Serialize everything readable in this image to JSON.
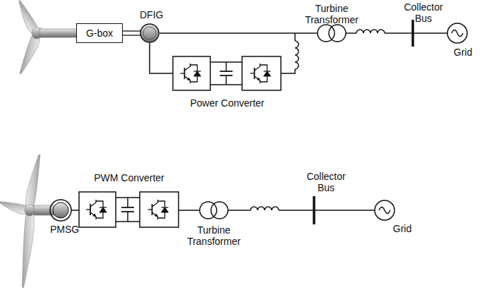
{
  "diagram": {
    "nodes": [
      {
        "text": [
          "G-box"
        ]
      },
      {
        "text": [
          "DFIG"
        ]
      },
      {
        "text": [
          "PMSG"
        ]
      }
    ],
    "edges": [
      {
        "from": 0,
        "to": 1,
        "arrow": "none"
      }
    ],
    "labels": [
      "Turbine Transformer",
      "Collector Bus",
      "Grid",
      "Power Converter",
      "PWM Converter",
      "Turbine Transformer",
      "Collector Bus",
      "Grid"
    ]
  }
}
